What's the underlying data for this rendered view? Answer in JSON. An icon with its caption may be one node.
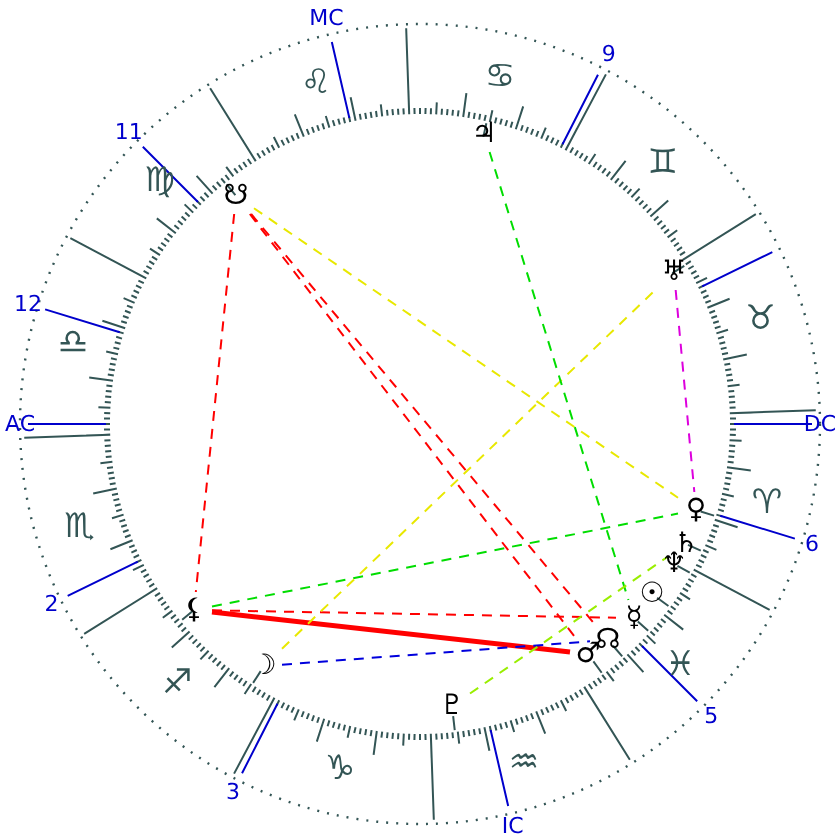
{
  "diagram": {
    "nodes": [
      {
        "text": [
          "☋"
        ]
      },
      {
        "text": [
          "♃"
        ]
      },
      {
        "text": [
          "♅"
        ]
      },
      {
        "text": [
          "♀"
        ]
      },
      {
        "text": [
          "♄"
        ]
      },
      {
        "text": [
          "♆"
        ]
      },
      {
        "text": [
          "☉"
        ]
      },
      {
        "text": [
          "☿"
        ]
      },
      {
        "text": [
          "☊"
        ]
      },
      {
        "text": [
          "♂"
        ]
      },
      {
        "text": [
          "♇"
        ]
      },
      {
        "text": [
          "☽"
        ]
      },
      {
        "text": [
          "⚸"
        ]
      }
    ],
    "edges": [
      {
        "from": 0,
        "to": 12,
        "arrow": "none",
        "style": "dashed"
      },
      {
        "from": 0,
        "to": 9,
        "arrow": "none",
        "style": "dashed"
      },
      {
        "from": 0,
        "to": 8,
        "arrow": "none",
        "style": "dashed"
      },
      {
        "from": 0,
        "to": 3,
        "arrow": "none",
        "style": "dashed",
        "color": "#e8e800"
      },
      {
        "from": 12,
        "to": 9,
        "arrow": "none",
        "style": "thick"
      },
      {
        "from": 12,
        "to": 7,
        "arrow": "none",
        "style": "dashed"
      },
      {
        "from": 12,
        "to": 3,
        "arrow": "none",
        "style": "dashed",
        "color": "#00dd00"
      },
      {
        "from": 11,
        "to": 8,
        "arrow": "none",
        "style": "dashed",
        "color": "#0000dd"
      },
      {
        "from": 11,
        "to": 2,
        "arrow": "none",
        "style": "dashed",
        "color": "#e8e800"
      },
      {
        "from": 1,
        "to": 7,
        "arrow": "none",
        "style": "dashed",
        "color": "#00dd00"
      },
      {
        "from": 2,
        "to": 3,
        "arrow": "none",
        "style": "dashed",
        "color": "#dd00dd"
      },
      {
        "from": 10,
        "to": 4,
        "arrow": "none",
        "style": "dashed",
        "color": "#99ee00"
      }
    ],
    "labels": [
      "MC",
      "♌",
      "♋",
      "9",
      "11",
      "♍",
      "♊",
      "12",
      "♉",
      "♎",
      "AC",
      "DC",
      "♏",
      "♈",
      "6",
      "2",
      "♓",
      "5",
      "♐",
      "♑",
      "♒",
      "3",
      "IC"
    ]
  }
}
